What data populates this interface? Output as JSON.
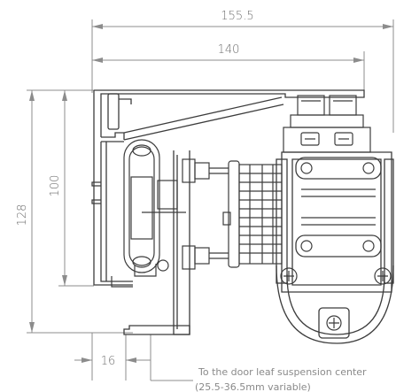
{
  "dimensions": {
    "overall_width": "155.5",
    "inner_width": "140",
    "overall_height": "128",
    "inner_height": "100",
    "offset": "16"
  },
  "note": {
    "line1": "To the door leaf suspension center",
    "line2": "(25.5-36.5mm variable)"
  },
  "colors": {
    "line": "#3c3c3c",
    "dimension": "#8c8c8c",
    "text": "#6b6b6b"
  }
}
